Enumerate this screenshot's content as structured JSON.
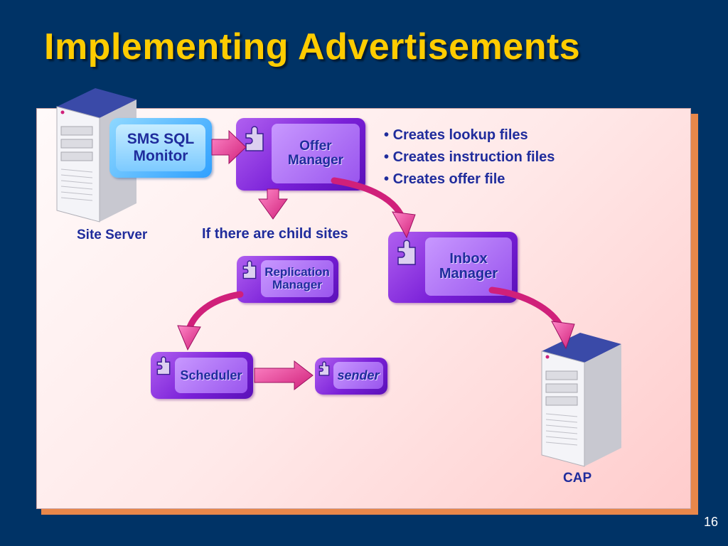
{
  "slide": {
    "title": "Implementing Advertisements",
    "page_number": "16"
  },
  "diagram": {
    "site_server_label": "Site Server",
    "cap_label": "CAP",
    "sms_sql_monitor": {
      "line1": "SMS SQL",
      "line2": "Monitor"
    },
    "offer_manager": {
      "line1": "Offer",
      "line2": "Manager"
    },
    "inbox_manager": {
      "line1": "Inbox",
      "line2": "Manager"
    },
    "replication_manager": {
      "line1": "Replication",
      "line2": "Manager"
    },
    "scheduler": {
      "label": "Scheduler"
    },
    "sender": {
      "label": "sender"
    },
    "child_sites_note": "If there are child sites",
    "bullets": [
      "Creates lookup files",
      "Creates instruction files",
      "Creates offer file"
    ],
    "colors": {
      "background": "#003366",
      "title": "#ffcc00",
      "text": "#1f2c9c",
      "component": "#7a20d8",
      "arrow": "#e0309a"
    }
  }
}
